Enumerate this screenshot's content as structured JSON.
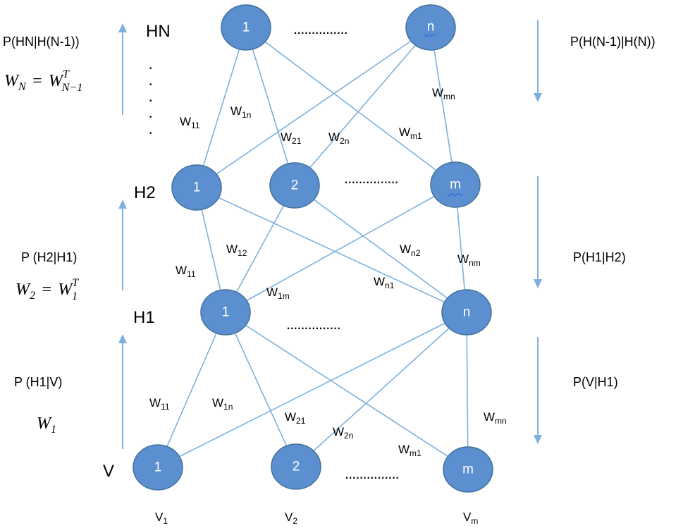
{
  "layers": {
    "HN": "HN",
    "H2": "H2",
    "H1": "H1",
    "V": "V"
  },
  "nodes": {
    "hn_1": "1",
    "hn_n": "n",
    "h2_1": "1",
    "h2_2": "2",
    "h2_m": "m",
    "h1_1": "1",
    "h1_n": "n",
    "v_1": "1",
    "v_2": "2",
    "v_m": "m"
  },
  "ellipsis": "...............",
  "vertical_dots": [
    "·",
    "·",
    "·",
    "·",
    "·"
  ],
  "left_probs": {
    "top": "P(HN|H(N-1))",
    "middle": "P (H2|H1)",
    "bottom": "P (H1|V)"
  },
  "right_probs": {
    "top": "P(H(N-1)|H(N))",
    "middle": "P(H1|H2)",
    "bottom": "P(V|H1)"
  },
  "equations": {
    "wn": {
      "lhs": "W",
      "lhs_sub": "N",
      "eq": "=",
      "rhs": "W",
      "rhs_sub": "N−1",
      "rhs_sup": "T"
    },
    "w2": {
      "lhs": "W",
      "lhs_sub": "2",
      "eq": "=",
      "rhs": "W",
      "rhs_sub": "1",
      "rhs_sup": "T"
    },
    "w1": {
      "lhs": "W",
      "lhs_sub": "1"
    }
  },
  "weights": {
    "top": [
      {
        "main": "W",
        "sub": "11"
      },
      {
        "main": "W",
        "sub": "1n"
      },
      {
        "main": "W",
        "sub": "21"
      },
      {
        "main": "W",
        "sub": "2n"
      },
      {
        "main": "W",
        "sub": "m1"
      },
      {
        "main": "W",
        "sub": "mn"
      }
    ],
    "middle": [
      {
        "main": "W",
        "sub": "11"
      },
      {
        "main": "W",
        "sub": "12"
      },
      {
        "main": "W",
        "sub": "1m"
      },
      {
        "main": "W",
        "sub": "n2"
      },
      {
        "main": "W",
        "sub": "n1"
      },
      {
        "main": "W",
        "sub": "nm"
      }
    ],
    "bottom": [
      {
        "main": "W",
        "sub": "11"
      },
      {
        "main": "W",
        "sub": "1n"
      },
      {
        "main": "W",
        "sub": "21"
      },
      {
        "main": "W",
        "sub": "2n"
      },
      {
        "main": "W",
        "sub": "m1"
      },
      {
        "main": "W",
        "sub": "mn"
      }
    ]
  },
  "visible_labels": [
    {
      "main": "V",
      "sub": "1"
    },
    {
      "main": "V",
      "sub": "2"
    },
    {
      "main": "V",
      "sub": "m"
    }
  ]
}
